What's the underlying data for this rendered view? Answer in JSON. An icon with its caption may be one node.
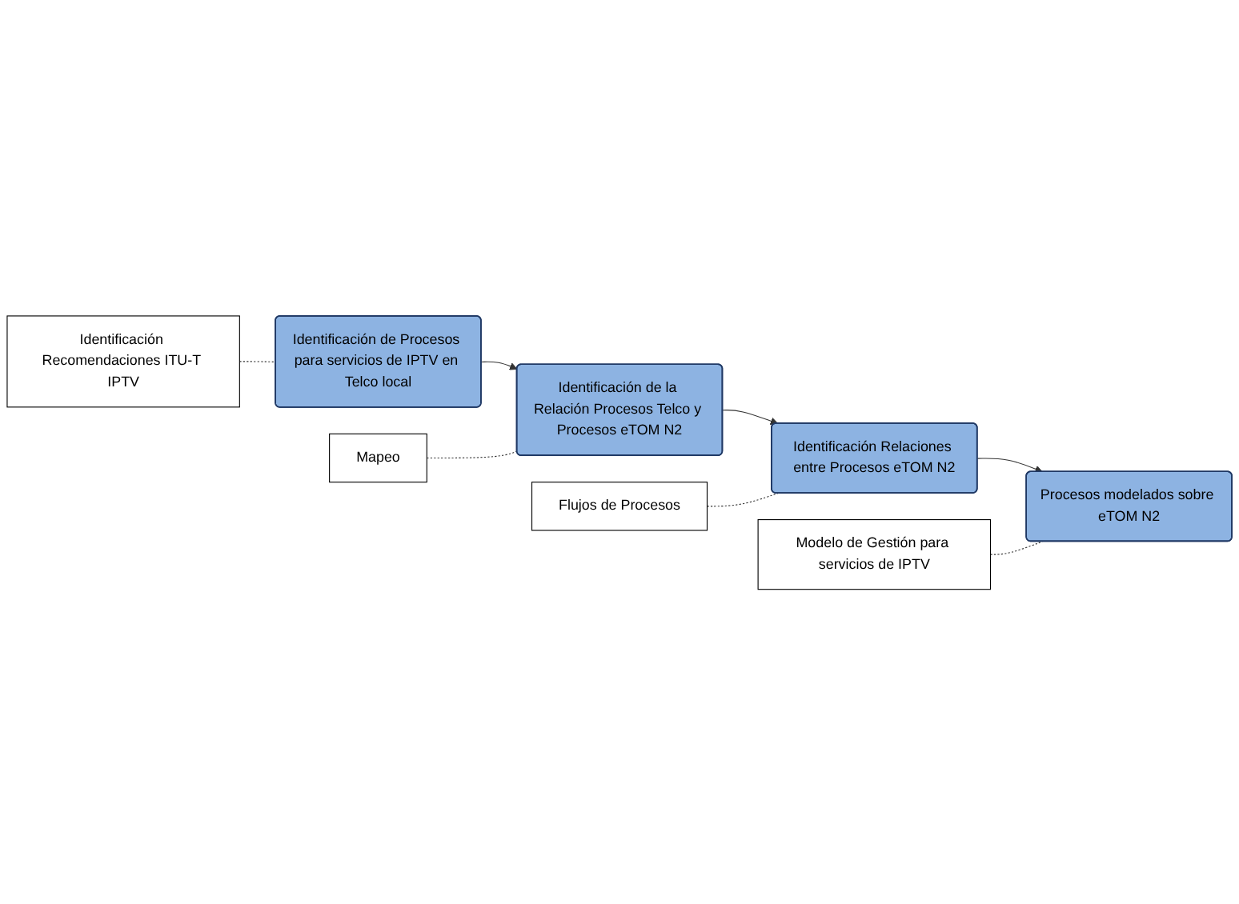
{
  "diagram": {
    "nodes": [
      {
        "text": [
          "Identificación Recomendaciones ITU-T IPTV"
        ]
      },
      {
        "text": [
          "Identificación de Procesos para servicios de IPTV en Telco local"
        ]
      },
      {
        "text": [
          "Mapeo"
        ]
      },
      {
        "text": [
          "Identificación de la Relación Procesos Telco y Procesos eTOM N2"
        ]
      },
      {
        "text": [
          "Modelo de Gestión para servicios de IPTV"
        ]
      },
      {
        "text": [
          "Flujos de Procesos"
        ]
      },
      {
        "text": [
          "Procesos modelados sobre eTOM N2"
        ]
      },
      {
        "text": [
          "Identificación Relaciones entre Procesos eTOM N2"
        ]
      }
    ],
    "edges": [
      {
        "from": 0,
        "to": 1,
        "arrow": "none",
        "style": "dashed"
      },
      {
        "from": 1,
        "to": 3,
        "arrow": "to"
      },
      {
        "from": 2,
        "to": 3,
        "arrow": "none",
        "style": "dashed"
      },
      {
        "from": 3,
        "to": 7,
        "arrow": "to"
      },
      {
        "from": 5,
        "to": 7,
        "arrow": "none",
        "style": "dashed"
      },
      {
        "from": 7,
        "to": 6,
        "arrow": "to"
      },
      {
        "from": 4,
        "to": 6,
        "arrow": "none",
        "style": "dashed"
      }
    ]
  }
}
